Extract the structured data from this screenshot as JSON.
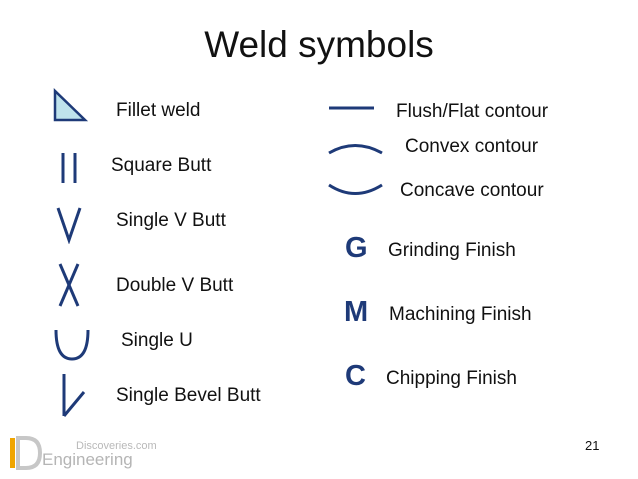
{
  "title": "Weld symbols",
  "left_symbols": [
    {
      "label": "Fillet weld",
      "icon": "fillet-weld-icon"
    },
    {
      "label": "Square Butt",
      "icon": "square-butt-icon"
    },
    {
      "label": "Single V Butt",
      "icon": "single-v-butt-icon"
    },
    {
      "label": "Double V Butt",
      "icon": "double-v-butt-icon"
    },
    {
      "label": "Single U",
      "icon": "single-u-icon"
    },
    {
      "label": "Single Bevel Butt",
      "icon": "single-bevel-butt-icon"
    }
  ],
  "contours": [
    {
      "label": "Flush/Flat contour",
      "icon": "flush-contour-icon"
    },
    {
      "label": "Convex contour",
      "icon": "convex-contour-icon"
    },
    {
      "label": "Concave contour",
      "icon": "concave-contour-icon"
    }
  ],
  "finishes": [
    {
      "letter": "G",
      "label": "Grinding Finish"
    },
    {
      "letter": "M",
      "label": "Machining Finish"
    },
    {
      "letter": "C",
      "label": "Chipping Finish"
    }
  ],
  "page_number": "21",
  "watermark": {
    "top": "Discoveries.com",
    "main": "Engineering",
    "letter": "D"
  },
  "colors": {
    "symbol_stroke": "#1e3a78",
    "fillet_fill": "#bfe3ec",
    "text": "#111111",
    "watermark": "#bdbdbd"
  }
}
